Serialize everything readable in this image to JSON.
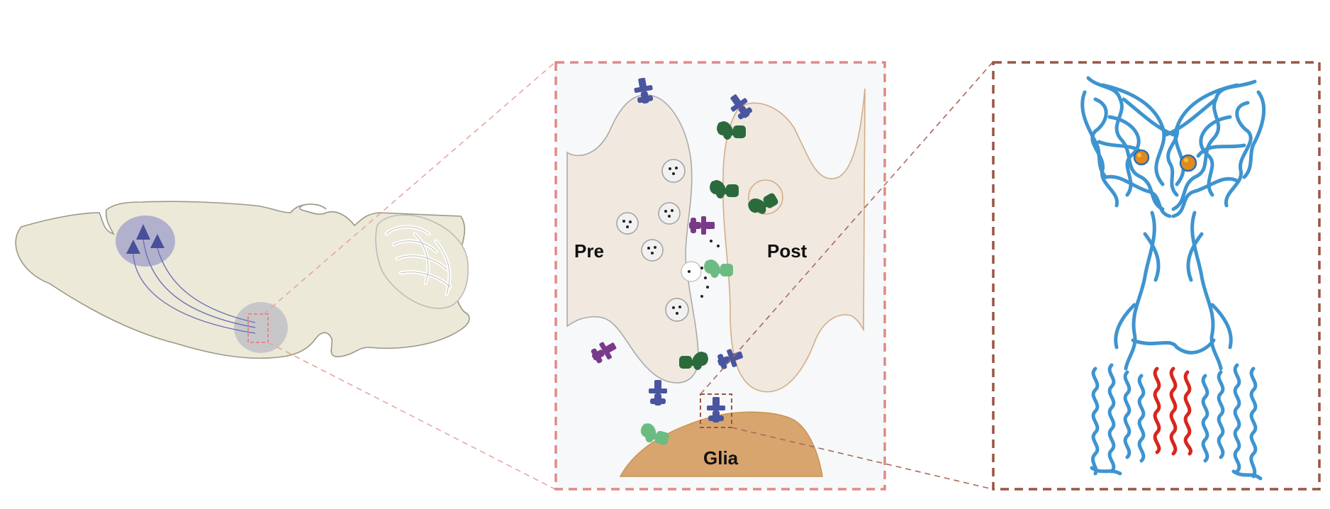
{
  "labels": {
    "pre": "Pre",
    "post": "Post",
    "glia": "Glia"
  },
  "colors": {
    "brain_fill": "#ece9d8",
    "neuron_region": "#9d9ec9",
    "neuron_triangle": "#4a4f9a",
    "axon": "#6e72b4",
    "zoom_box_1": "#e28888",
    "zoom_box_2": "#9a5444",
    "synapse_bg": "#f6f8f9",
    "terminal_fill": "#f1e9df",
    "glia_fill": "#d9a56e",
    "receptor_blue": "#4a55a0",
    "receptor_purple": "#7a3a8a",
    "receptor_dark_green": "#2b6a3c",
    "receptor_light_green": "#6cbc82",
    "protein_ribbon": "#3e94cf",
    "protein_helix_highlight": "#d7261e",
    "ligand": "#e08a1e"
  },
  "icons": [
    "neuron-triangle-icon",
    "vesicle-icon",
    "receptor-icon",
    "protein-structure-icon"
  ]
}
